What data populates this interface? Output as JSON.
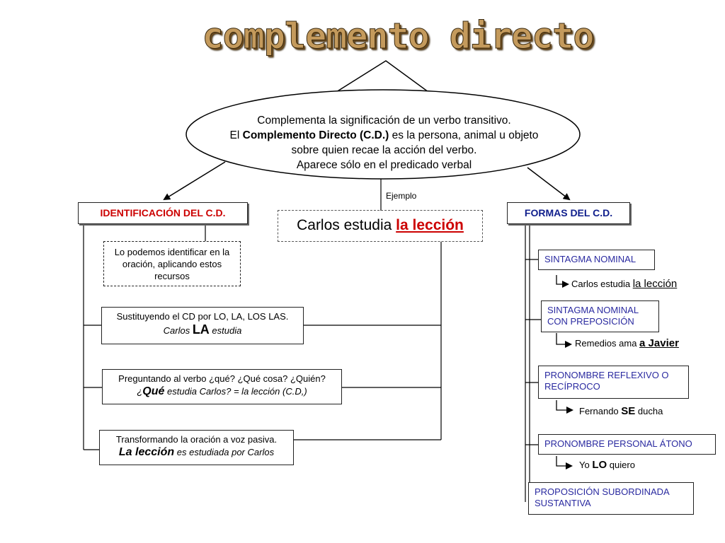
{
  "title": "complemento directo",
  "definition": {
    "line1": "Complementa la significación de un verbo transitivo.",
    "line2_pre": "El ",
    "line2_bold": "Complemento Directo (C.D.)",
    "line2_post": " es la persona, animal u objeto",
    "line3": "sobre quien recae la acción del verbo.",
    "line4": "Aparece sólo en el predicado verbal"
  },
  "example": {
    "label": "Ejemplo",
    "sentence_pre": "Carlos estudia ",
    "sentence_highlight": "la lección"
  },
  "identification": {
    "header": "IDENTIFICACIÓN DEL C.D.",
    "intro": "Lo podemos identificar en la oración, aplicando estos recursos",
    "methods": [
      {
        "line1": "Sustituyendo el CD por LO, LA, LOS LAS.",
        "line2_pre": "Carlos ",
        "line2_big": "LA",
        "line2_post": " estudia"
      },
      {
        "line1": "Preguntando al verbo ¿qué? ¿Qué cosa? ¿Quién?",
        "line2_pre": "¿",
        "line2_big": "Qué",
        "line2_post": " estudia Carlos? = la lección (C.D,)"
      },
      {
        "line1": "Transformando la oración a voz pasiva.",
        "line2_big": "La lección",
        "line2_post": " es estudiada por Carlos"
      }
    ]
  },
  "forms": {
    "header": "FORMAS DEL C.D.",
    "items": [
      {
        "label": "SINTAGMA NOMINAL",
        "example_pre": "Carlos estudia ",
        "example_em": "la lección"
      },
      {
        "label": "SINTAGMA NOMINAL CON PREPOSICIÓN",
        "example_pre": "Remedios ama ",
        "example_em": "a Javier"
      },
      {
        "label": "PRONOMBRE REFLEXIVO O RECÍPROCO",
        "example_pre": "Fernando ",
        "example_em": "SE",
        "example_post": " ducha"
      },
      {
        "label": "PRONOMBRE PERSONAL ÁTONO",
        "example_pre": "Yo  ",
        "example_em": "LO",
        "example_post": " quiero"
      },
      {
        "label": "PROPOSICIÓN SUBORDINADA SUSTANTIVA"
      }
    ]
  },
  "colors": {
    "title_fill": "#c49a5c",
    "header_red": "#cc0000",
    "header_navy": "#0f1e8c",
    "forms_blue": "#2a2aa0"
  }
}
